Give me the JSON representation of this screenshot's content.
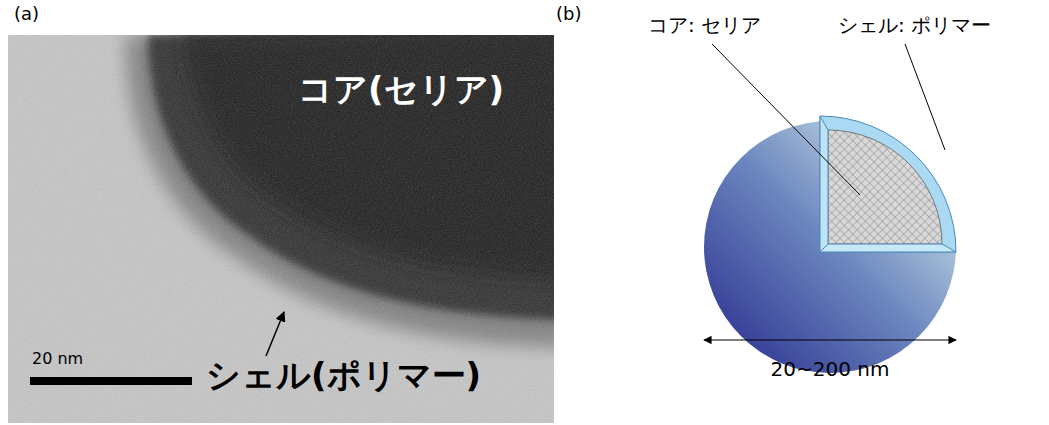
{
  "diagram": {
    "labels": [
      "(a)",
      "(b)",
      "コア(セリア)",
      "20 nm",
      "シェル(ポリマー)",
      "コア: セリア",
      "シェル: ポリマー",
      "20~200 nm"
    ]
  }
}
